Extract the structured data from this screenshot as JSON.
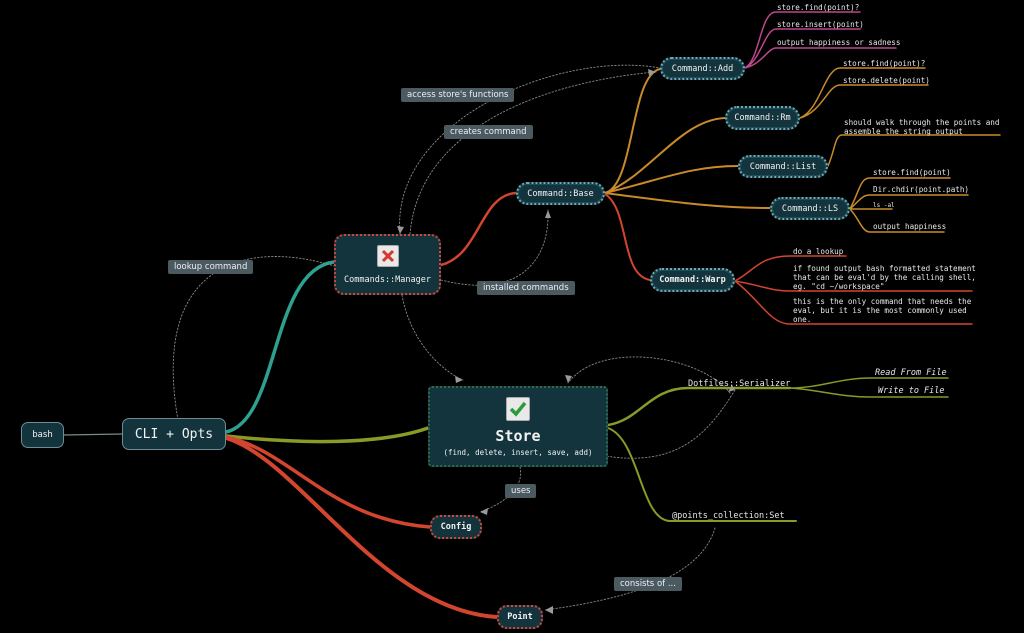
{
  "nodes": {
    "bash": "bash",
    "cli": "CLI + Opts",
    "manager": "Commands::Manager",
    "base": "Command::Base",
    "add": "Command::Add",
    "rm": "Command::Rm",
    "list": "Command::List",
    "ls": "Command::LS",
    "warp": "Command::Warp",
    "store_title": "Store",
    "store_sub": "(find, delete, insert, save, add)",
    "config": "Config",
    "point": "Point"
  },
  "leaves": {
    "add_1": "store.find(point)?",
    "add_2": "store.insert(point)",
    "add_3": "output happiness or sadness",
    "rm_1": "store.find(point)?",
    "rm_2": "store.delete(point)",
    "list_1": "should walk through the points and\nassemble the string output",
    "ls_1": "store.find(point)",
    "ls_2": "Dir.chdir(point.path)",
    "ls_3": "ls -al",
    "ls_4": "output happiness",
    "warp_1": "do a lookup",
    "warp_2": "if found output bash formatted statement\nthat can be eval'd by the calling shell,\neg. \"cd ~/workspace\"",
    "warp_3": "this is the only command that needs the\neval, but it is the most commonly used\none.",
    "serializer": "Dotfiles::Serializer",
    "read_file": "Read From File",
    "write_file": "Write to File",
    "points_collection": "@points_collection:Set"
  },
  "tags": {
    "access_store": "access store's functions",
    "creates_command": "creates command",
    "lookup_command": "lookup command",
    "installed_commands": "installed commands",
    "uses": "uses",
    "consists_of": "consists of ..."
  },
  "icons": {
    "manager_icon": "red-x-icon",
    "store_icon": "green-check-icon"
  },
  "colors": {
    "background": "#000000",
    "node_fill": "#13343c",
    "teal_branch": "#2fa08f",
    "olive_branch": "#8a9a26",
    "red_branch": "#d2452f",
    "orange_branch": "#c88a2a",
    "magenta_branch": "#c0468f",
    "tag_fill": "#4a5a5f"
  }
}
